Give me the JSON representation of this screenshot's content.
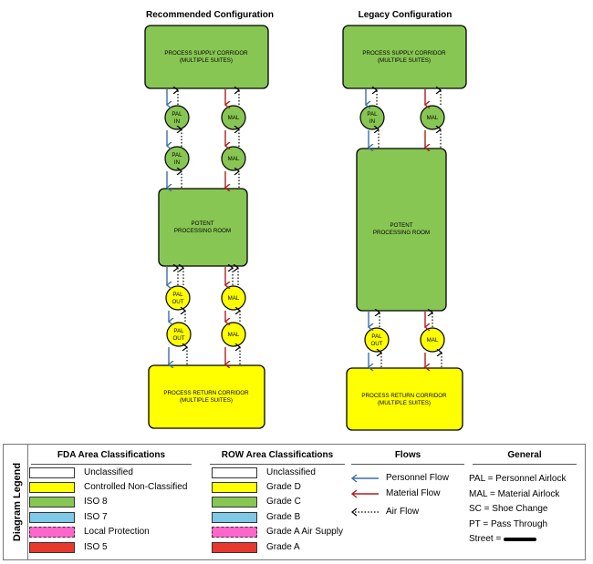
{
  "colors": {
    "iso8_green": "#88c653",
    "yellow": "#ffff00",
    "iso7_blue": "#7fc9e8",
    "pink": "#ff66cc",
    "red": "#e8382e",
    "white": "#ffffff",
    "personnel_flow": "#3b6fa6",
    "material_flow": "#b01d1d"
  },
  "recommended": {
    "title": "Recommended Configuration",
    "supply_corridor": [
      "PROCESS SUPPLY CORRIDOR",
      "(MULTIPLE SUITES)"
    ],
    "pal_in_1": [
      "PAL",
      "IN"
    ],
    "mal_1": "MAL",
    "pal_in_2": [
      "PAL",
      "IN"
    ],
    "mal_2": "MAL",
    "processing_room": [
      "POTENT",
      "PROCESSING ROOM"
    ],
    "pal_out_1": [
      "PAL",
      "OUT"
    ],
    "mal_3": "MAL",
    "pal_out_2": [
      "PAL",
      "OUT"
    ],
    "mal_4": "MAL",
    "return_corridor": [
      "PROCESS RETURN CORRIDOR",
      "(MULTIPLE SUITES)"
    ]
  },
  "legacy": {
    "title": "Legacy Configuration",
    "supply_corridor": [
      "PROCESS SUPPLY CORRIDOR",
      "(MULTIPLE SUITES)"
    ],
    "pal_in": [
      "PAL",
      "IN"
    ],
    "mal_1": "MAL",
    "processing_room": [
      "POTENT",
      "PROCESSING ROOM"
    ],
    "pal_out": [
      "PAL",
      "OUT"
    ],
    "mal_2": "MAL",
    "return_corridor": [
      "PROCESS RETURN CORRIDOR",
      "(MULTIPLE SUITES)"
    ]
  },
  "legend": {
    "title": "Diagram Legend",
    "fda": {
      "heading": "FDA Area Classifications",
      "items": [
        {
          "label": "Unclassified",
          "color": "#ffffff",
          "dashed": false
        },
        {
          "label": "Controlled Non-Classified",
          "color": "#ffff00",
          "dashed": false
        },
        {
          "label": "ISO 8",
          "color": "#88c653",
          "dashed": false
        },
        {
          "label": "ISO 7",
          "color": "#7fc9e8",
          "dashed": false
        },
        {
          "label": "Local Protection",
          "color": "#ff66cc",
          "dashed": true
        },
        {
          "label": "ISO 5",
          "color": "#e8382e",
          "dashed": false
        }
      ]
    },
    "row": {
      "heading": "ROW Area Classifications",
      "items": [
        {
          "label": "Unclassified",
          "color": "#ffffff",
          "dashed": false
        },
        {
          "label": "Grade D",
          "color": "#ffff00",
          "dashed": false
        },
        {
          "label": "Grade C",
          "color": "#88c653",
          "dashed": false
        },
        {
          "label": "Grade B",
          "color": "#7fc9e8",
          "dashed": false
        },
        {
          "label": "Grade A Air Supply",
          "color": "#ff66cc",
          "dashed": true
        },
        {
          "label": "Grade A",
          "color": "#e8382e",
          "dashed": false
        }
      ]
    },
    "flows": {
      "heading": "Flows",
      "personnel": "Personnel Flow",
      "material": "Material Flow",
      "air": "Air Flow"
    },
    "general": {
      "heading": "General",
      "items": [
        "PAL = Personnel Airlock",
        "MAL = Material Airlock",
        "SC = Shoe Change",
        "PT = Pass Through"
      ],
      "street": "Street ="
    }
  }
}
